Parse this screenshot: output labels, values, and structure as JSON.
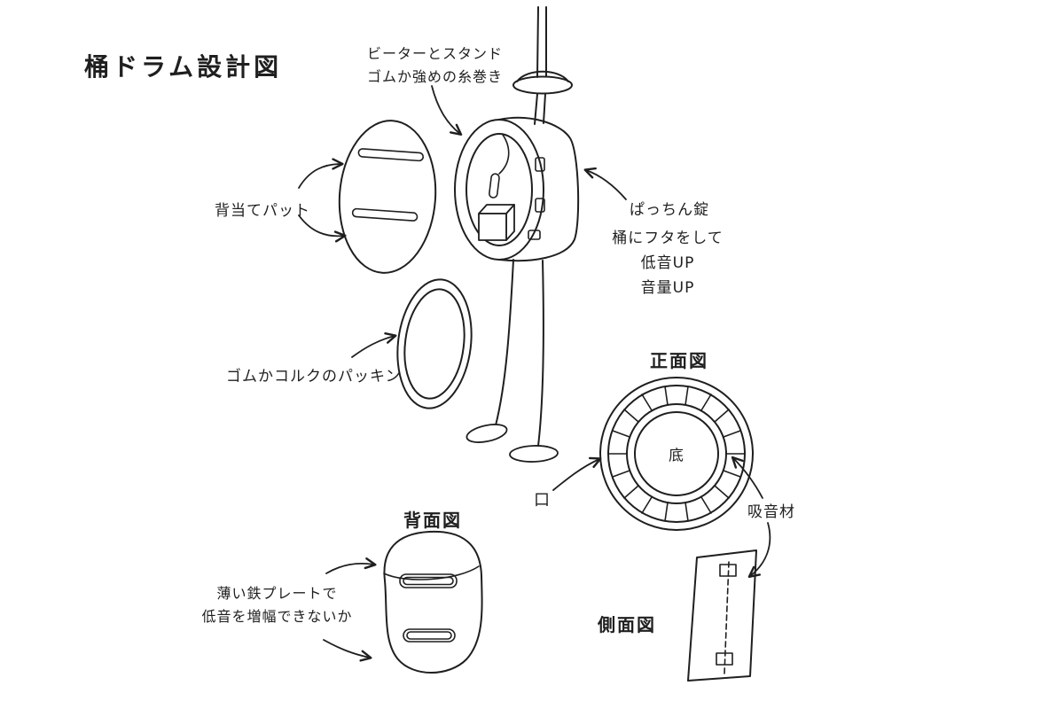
{
  "title": "桶ドラム設計図",
  "annotations": {
    "beater_stand": {
      "line1": "ビーターとスタンド",
      "line2": "ゴムか強めの糸巻き"
    },
    "back_pad": "背当てパット",
    "packing": "ゴムかコルクのパッキン",
    "latch": "ぱっちん錠",
    "lid_note": {
      "line1": "桶にフタをして",
      "line2": "低音UP",
      "line3": "音量UP"
    },
    "plate_note": {
      "line1": "薄い鉄プレートで",
      "line2": "低音を増幅できないか"
    },
    "mouth": "口",
    "absorber": "吸音材",
    "bottom": "底"
  },
  "view_labels": {
    "front": "正面図",
    "back": "背面図",
    "side": "側面図"
  },
  "colors": {
    "ink": "#1f1f1f",
    "background": "#ffffff"
  }
}
